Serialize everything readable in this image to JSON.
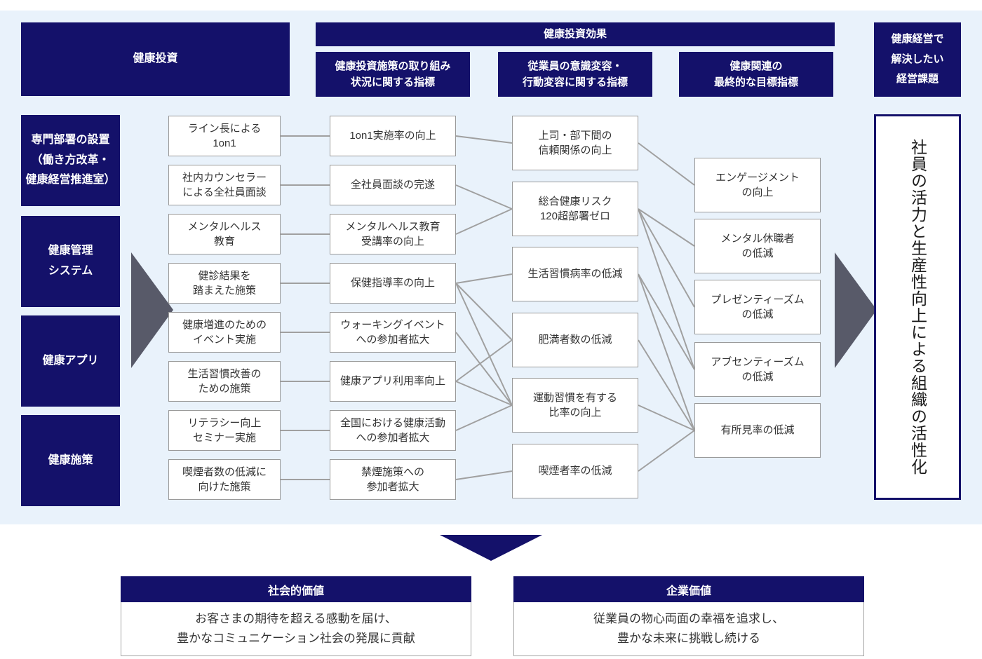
{
  "page": {
    "background": "#ffffff",
    "panel_color": "#e9f2fb",
    "navy": "#14116a",
    "line_color": "#a0a0a0",
    "arrow_color": "#585a69",
    "box_border": "#9a9a9a"
  },
  "headers": {
    "invest": "健康投資",
    "effect": "健康投資効果",
    "effect_subs": [
      "健康投資施策の取り組み\n状況に関する指標",
      "従業員の意識変容・\n行動変容に関する指標",
      "健康関連の\n最終的な目標指標"
    ],
    "challenge": "健康経営で\n解決したい\n経営課題"
  },
  "left_column": {
    "items": [
      "専門部署の設置\n（働き方改革・\n健康経営推進室）",
      "健康管理\nシステム",
      "健康アプリ",
      "健康施策"
    ]
  },
  "columns": {
    "measures": [
      "ライン長による\n1on1",
      "社内カウンセラー\nによる全社員面談",
      "メンタルヘルス\n教育",
      "健診結果を\n踏まえた施策",
      "健康増進のための\nイベント実施",
      "生活習慣改善の\nための施策",
      "リテラシー向上\nセミナー実施",
      "喫煙者数の低減に\n向けた施策"
    ],
    "effort_indicators": [
      "1on1実施率の向上",
      "全社員面談の完遂",
      "メンタルヘルス教育\n受講率の向上",
      "保健指導率の向上",
      "ウォーキングイベント\nへの参加者拡大",
      "健康アプリ利用率向上",
      "全国における健康活動\nへの参加者拡大",
      "禁煙施策への\n参加者拡大"
    ],
    "behavior_indicators": [
      "上司・部下間の\n信頼関係の向上",
      "総合健康リスク\n120超部署ゼロ",
      "生活習慣病率の低減",
      "肥満者数の低減",
      "運動習慣を有する\n比率の向上",
      "喫煙者率の低減"
    ],
    "target_indicators": [
      "エンゲージメント\nの向上",
      "メンタル休職者\nの低減",
      "プレゼンティーズム\nの低減",
      "アブセンティーズム\nの低減",
      "有所見率の低減"
    ]
  },
  "edges": {
    "measures_to_effort": [
      [
        0,
        0
      ],
      [
        1,
        1
      ],
      [
        2,
        2
      ],
      [
        3,
        3
      ],
      [
        4,
        4
      ],
      [
        5,
        5
      ],
      [
        6,
        6
      ],
      [
        7,
        7
      ]
    ],
    "effort_to_behavior": [
      [
        0,
        0
      ],
      [
        1,
        1
      ],
      [
        2,
        1
      ],
      [
        3,
        2
      ],
      [
        3,
        3
      ],
      [
        3,
        4
      ],
      [
        4,
        4
      ],
      [
        5,
        3
      ],
      [
        5,
        4
      ],
      [
        6,
        4
      ],
      [
        7,
        5
      ]
    ],
    "behavior_to_target": [
      [
        0,
        0
      ],
      [
        1,
        1
      ],
      [
        1,
        2
      ],
      [
        1,
        3
      ],
      [
        2,
        3
      ],
      [
        2,
        4
      ],
      [
        3,
        4
      ],
      [
        4,
        4
      ],
      [
        5,
        4
      ]
    ]
  },
  "outcome_box": "社員の活力と生産性向上による組織の活性化",
  "bottom": {
    "social": {
      "title": "社会的価値",
      "body": "お客さまの期待を超える感動を届け、\n豊かなコミュニケーション社会の発展に貢献"
    },
    "corporate": {
      "title": "企業価値",
      "body": "従業員の物心両面の幸福を追求し、\n豊かな未来に挑戦し続ける"
    }
  }
}
